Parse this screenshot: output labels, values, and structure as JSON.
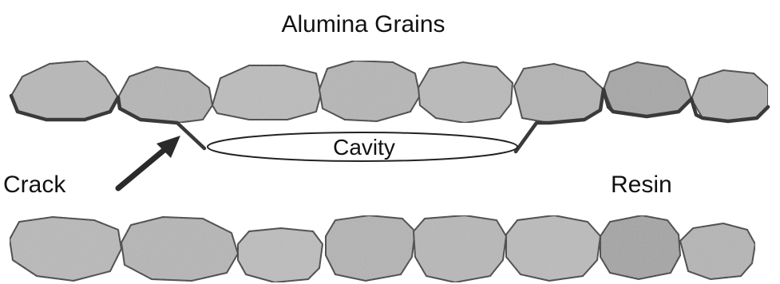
{
  "labels": {
    "title": "Alumina Grains",
    "cavity": "Cavity",
    "crack": "Crack",
    "resin": "Resin"
  },
  "colors": {
    "grain_fill": "#b9b9b9",
    "grain_fill_dark": "#a2a2a2",
    "grain_stroke": "#333333",
    "crack_line": "#3a3a3a",
    "arrow": "#2a2a2a",
    "background": "#ffffff"
  }
}
